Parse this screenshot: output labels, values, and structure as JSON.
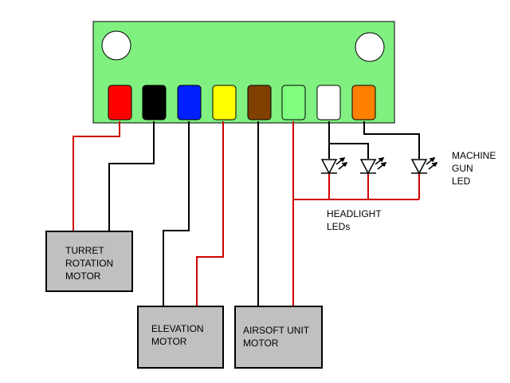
{
  "colors": {
    "board": "#80f080",
    "box_fill": "#c0c0c0",
    "wire_red": "#d00000",
    "wire_black": "#000000",
    "pin_red": "#ff0000",
    "pin_black": "#000000",
    "pin_blue": "#0020ff",
    "pin_yellow": "#ffff00",
    "pin_brown": "#804000",
    "pin_green": "#80ff80",
    "pin_white": "#ffffff",
    "pin_orange": "#ff8000"
  },
  "board": {
    "pins": [
      "red",
      "black",
      "blue",
      "yellow",
      "brown",
      "green",
      "white",
      "orange"
    ],
    "mounting_holes": 2
  },
  "boxes": {
    "turret": {
      "lines": [
        "TURRET",
        "ROTATION",
        "MOTOR"
      ]
    },
    "elevation": {
      "lines": [
        "ELEVATION",
        "MOTOR"
      ]
    },
    "airsoft": {
      "lines": [
        "AIRSOFT UNIT",
        "MOTOR"
      ]
    }
  },
  "labels": {
    "headlight": [
      "HEADLIGHT",
      "LEDs"
    ],
    "machine_gun": [
      "MACHINE",
      "GUN",
      "LED"
    ]
  }
}
